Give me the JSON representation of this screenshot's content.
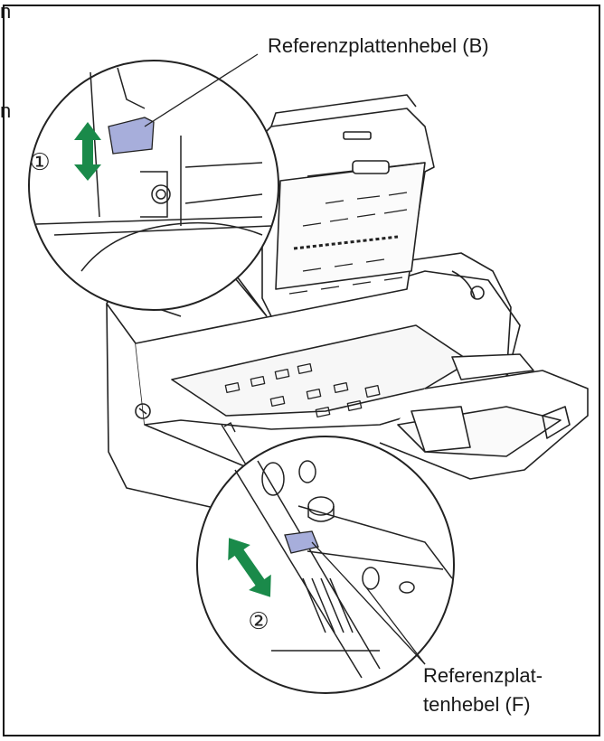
{
  "labels": {
    "lever_b": "Referenzplattenhebel (B)",
    "lever_f_line1": "Referenzplat-",
    "lever_f_line2": "tenhebel (F)"
  },
  "steps": {
    "step1": "①",
    "step2": "②"
  },
  "margin_fragments": {
    "frag1": "n",
    "frag2": "n"
  },
  "colors": {
    "arrow": "#1a8a4a",
    "lever": "#a7aedb",
    "line": "#222222",
    "frame": "#111111"
  },
  "icons": {
    "arrow": "double-headed-arrow-icon"
  }
}
